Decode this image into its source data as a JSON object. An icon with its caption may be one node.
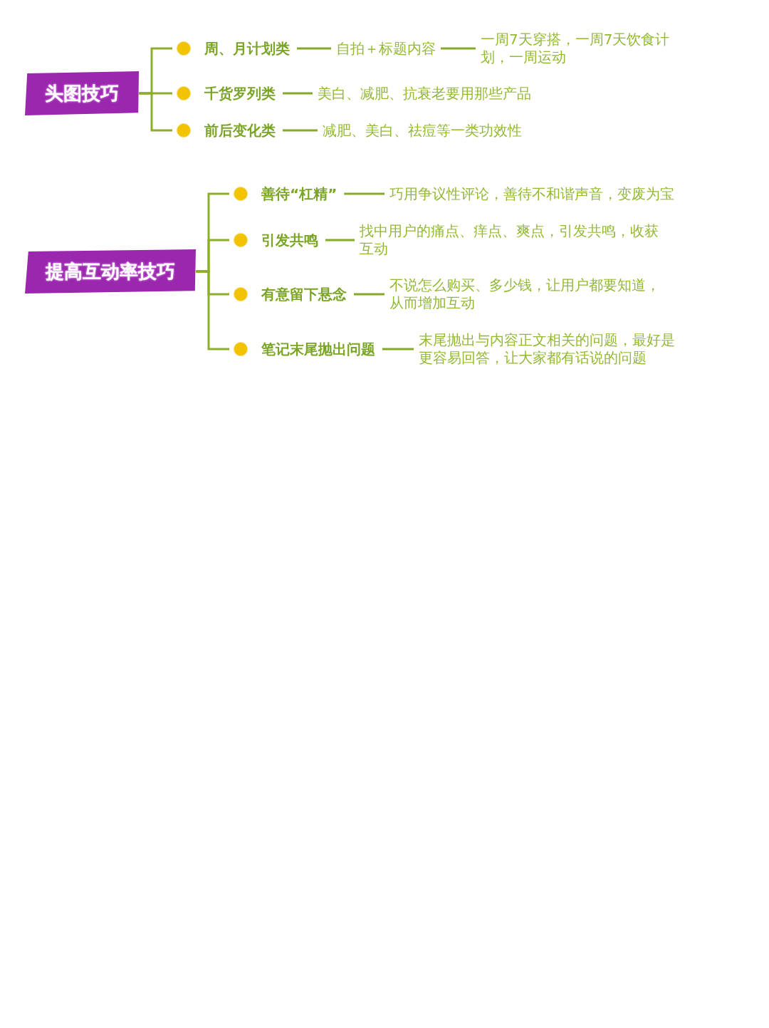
{
  "diagram": {
    "nodes": [
      {
        "text": [
          "头图技巧"
        ]
      },
      {
        "text": [
          "周、月计划类"
        ]
      },
      {
        "text": [
          "自拍＋标题内容"
        ]
      },
      {
        "text": [
          "一周7天穿搭，一周7天饮食计划，一周运动"
        ]
      },
      {
        "text": [
          "千货罗列类"
        ]
      },
      {
        "text": [
          "美白、减肥、抗衰老要用那些产品"
        ]
      },
      {
        "text": [
          "前后变化类"
        ]
      },
      {
        "text": [
          "减肥、美白、祛痘等一类功效性"
        ]
      },
      {
        "text": [
          "提高互动率技巧"
        ]
      },
      {
        "text": [
          "善待“杠精”"
        ]
      },
      {
        "text": [
          "巧用争议性评论，善待不和谐声音，变废为宝"
        ]
      },
      {
        "text": [
          "引发共鸣"
        ]
      },
      {
        "text": [
          "找中用户的痛点、痒点、爽点，引发共鸣，收获互动"
        ]
      },
      {
        "text": [
          "有意留下悬念"
        ]
      },
      {
        "text": [
          "不说怎么购买、多少钱，让用户都要知道，从而增加互动"
        ]
      },
      {
        "text": [
          "笔记末尾抛出问题"
        ]
      },
      {
        "text": [
          "末尾抛出与内容正文相关的问题，最好是更容易回答，让大家都有话说的问题"
        ]
      }
    ],
    "edges": [
      {
        "from": 0,
        "to": 1,
        "arrow": "none"
      },
      {
        "from": 0,
        "to": 4,
        "arrow": "none"
      },
      {
        "from": 0,
        "to": 6,
        "arrow": "none"
      },
      {
        "from": 1,
        "to": 2,
        "arrow": "none"
      },
      {
        "from": 2,
        "to": 3,
        "arrow": "none"
      },
      {
        "from": 4,
        "to": 5,
        "arrow": "none"
      },
      {
        "from": 6,
        "to": 7,
        "arrow": "none"
      },
      {
        "from": 8,
        "to": 9,
        "arrow": "none"
      },
      {
        "from": 8,
        "to": 11,
        "arrow": "none"
      },
      {
        "from": 8,
        "to": 13,
        "arrow": "none"
      },
      {
        "from": 8,
        "to": 15,
        "arrow": "none"
      },
      {
        "from": 9,
        "to": 10,
        "arrow": "none"
      },
      {
        "from": 11,
        "to": 12,
        "arrow": "none"
      },
      {
        "from": 13,
        "to": 14,
        "arrow": "none"
      },
      {
        "from": 15,
        "to": 16,
        "arrow": "none"
      }
    ]
  }
}
